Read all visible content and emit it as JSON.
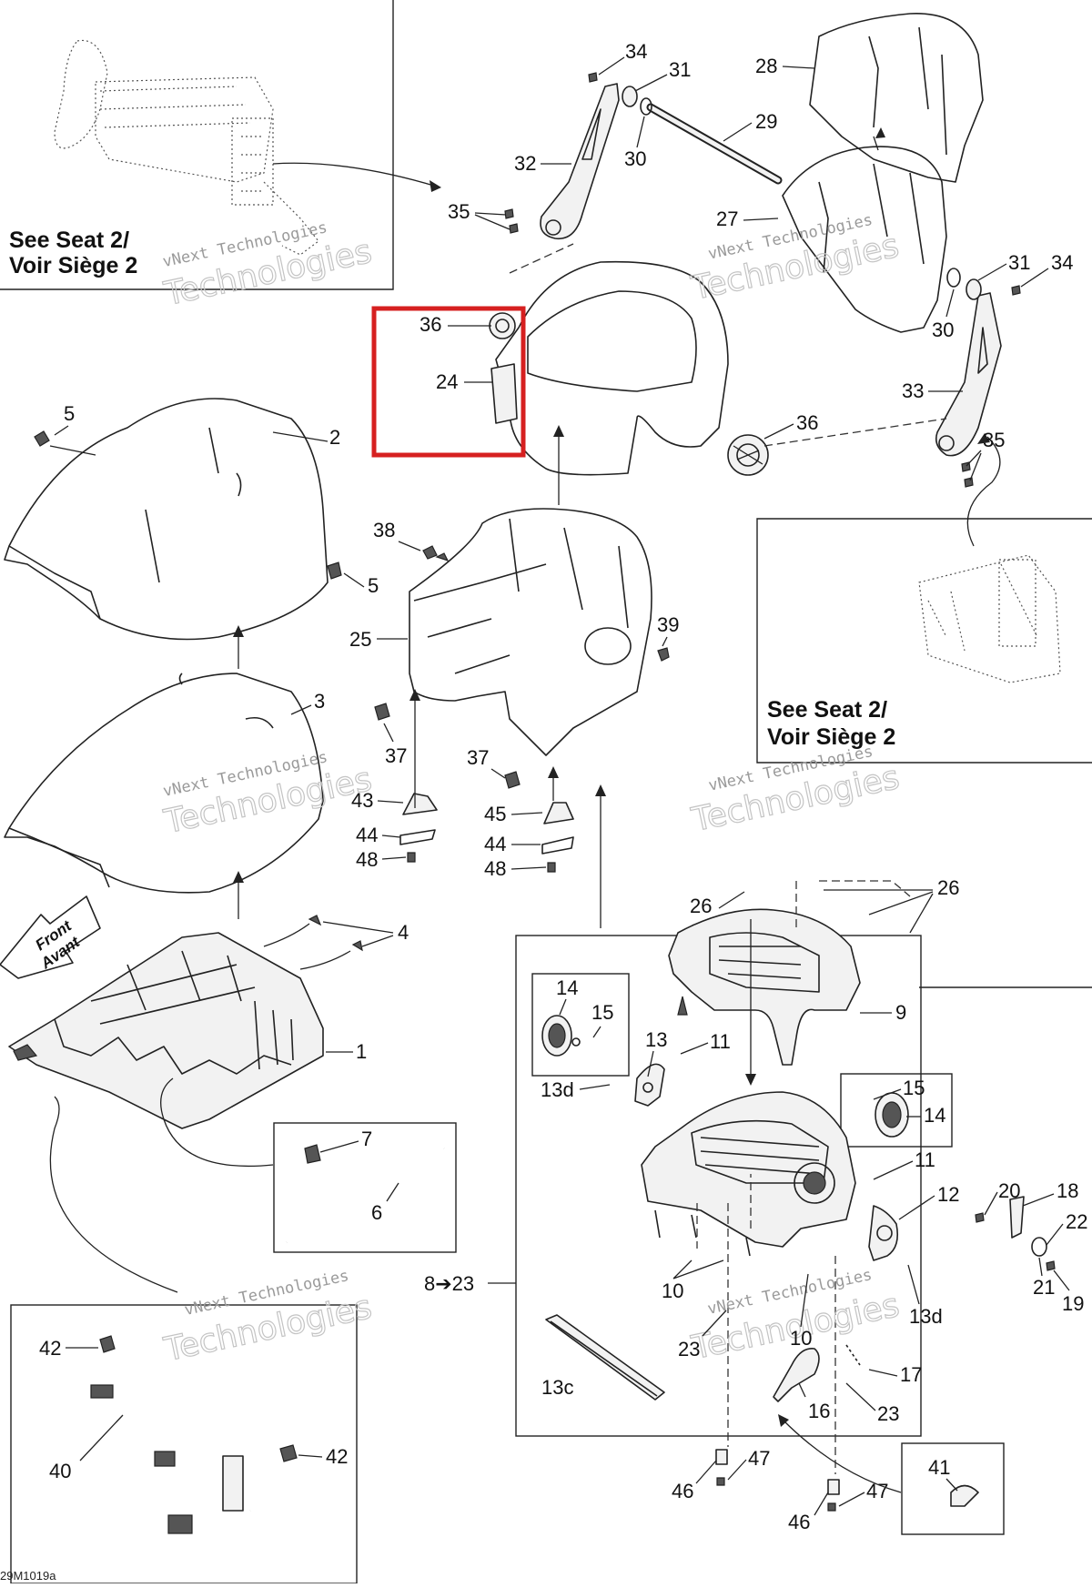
{
  "figure_code": "29M1019a",
  "see_ref": {
    "line1": "See Seat 2/",
    "line2": "Voir Siège 2"
  },
  "front_arrow": {
    "line1": "Front",
    "line2": "Avant"
  },
  "watermark": {
    "line1": "vNext Technologies",
    "line2": "Technologies"
  },
  "highlight_color": "#d62020",
  "callouts": {
    "c1": "1",
    "c2": "2",
    "c3": "3",
    "c4": "4",
    "c5a": "5",
    "c5b": "5",
    "c6": "6",
    "c7": "7",
    "c8_23": "8➔23",
    "c9": "9",
    "c10a": "10",
    "c10b": "10",
    "c11a": "11",
    "c11b": "11",
    "c12": "12",
    "c13": "13",
    "c13c": "13c",
    "c13d_a": "13d",
    "c13d_b": "13d",
    "c14a": "14",
    "c14b": "14",
    "c15a": "15",
    "c15b": "15",
    "c16": "16",
    "c17": "17",
    "c18": "18",
    "c19": "19",
    "c20": "20",
    "c21": "21",
    "c22": "22",
    "c23a": "23",
    "c23b": "23",
    "c24": "24",
    "c25": "25",
    "c26a": "26",
    "c26b": "26",
    "c27": "27",
    "c28": "28",
    "c29": "29",
    "c30a": "30",
    "c30b": "30",
    "c31a": "31",
    "c31b": "31",
    "c32": "32",
    "c33": "33",
    "c34a": "34",
    "c34b": "34",
    "c35a": "35",
    "c35b": "35",
    "c36a": "36",
    "c36b": "36",
    "c37a": "37",
    "c37b": "37",
    "c38": "38",
    "c39": "39",
    "c40": "40",
    "c41": "41",
    "c42a": "42",
    "c42b": "42",
    "c43": "43",
    "c44a": "44",
    "c44b": "44",
    "c45": "45",
    "c46a": "46",
    "c46b": "46",
    "c47a": "47",
    "c47b": "47",
    "c48a": "48",
    "c48b": "48"
  }
}
